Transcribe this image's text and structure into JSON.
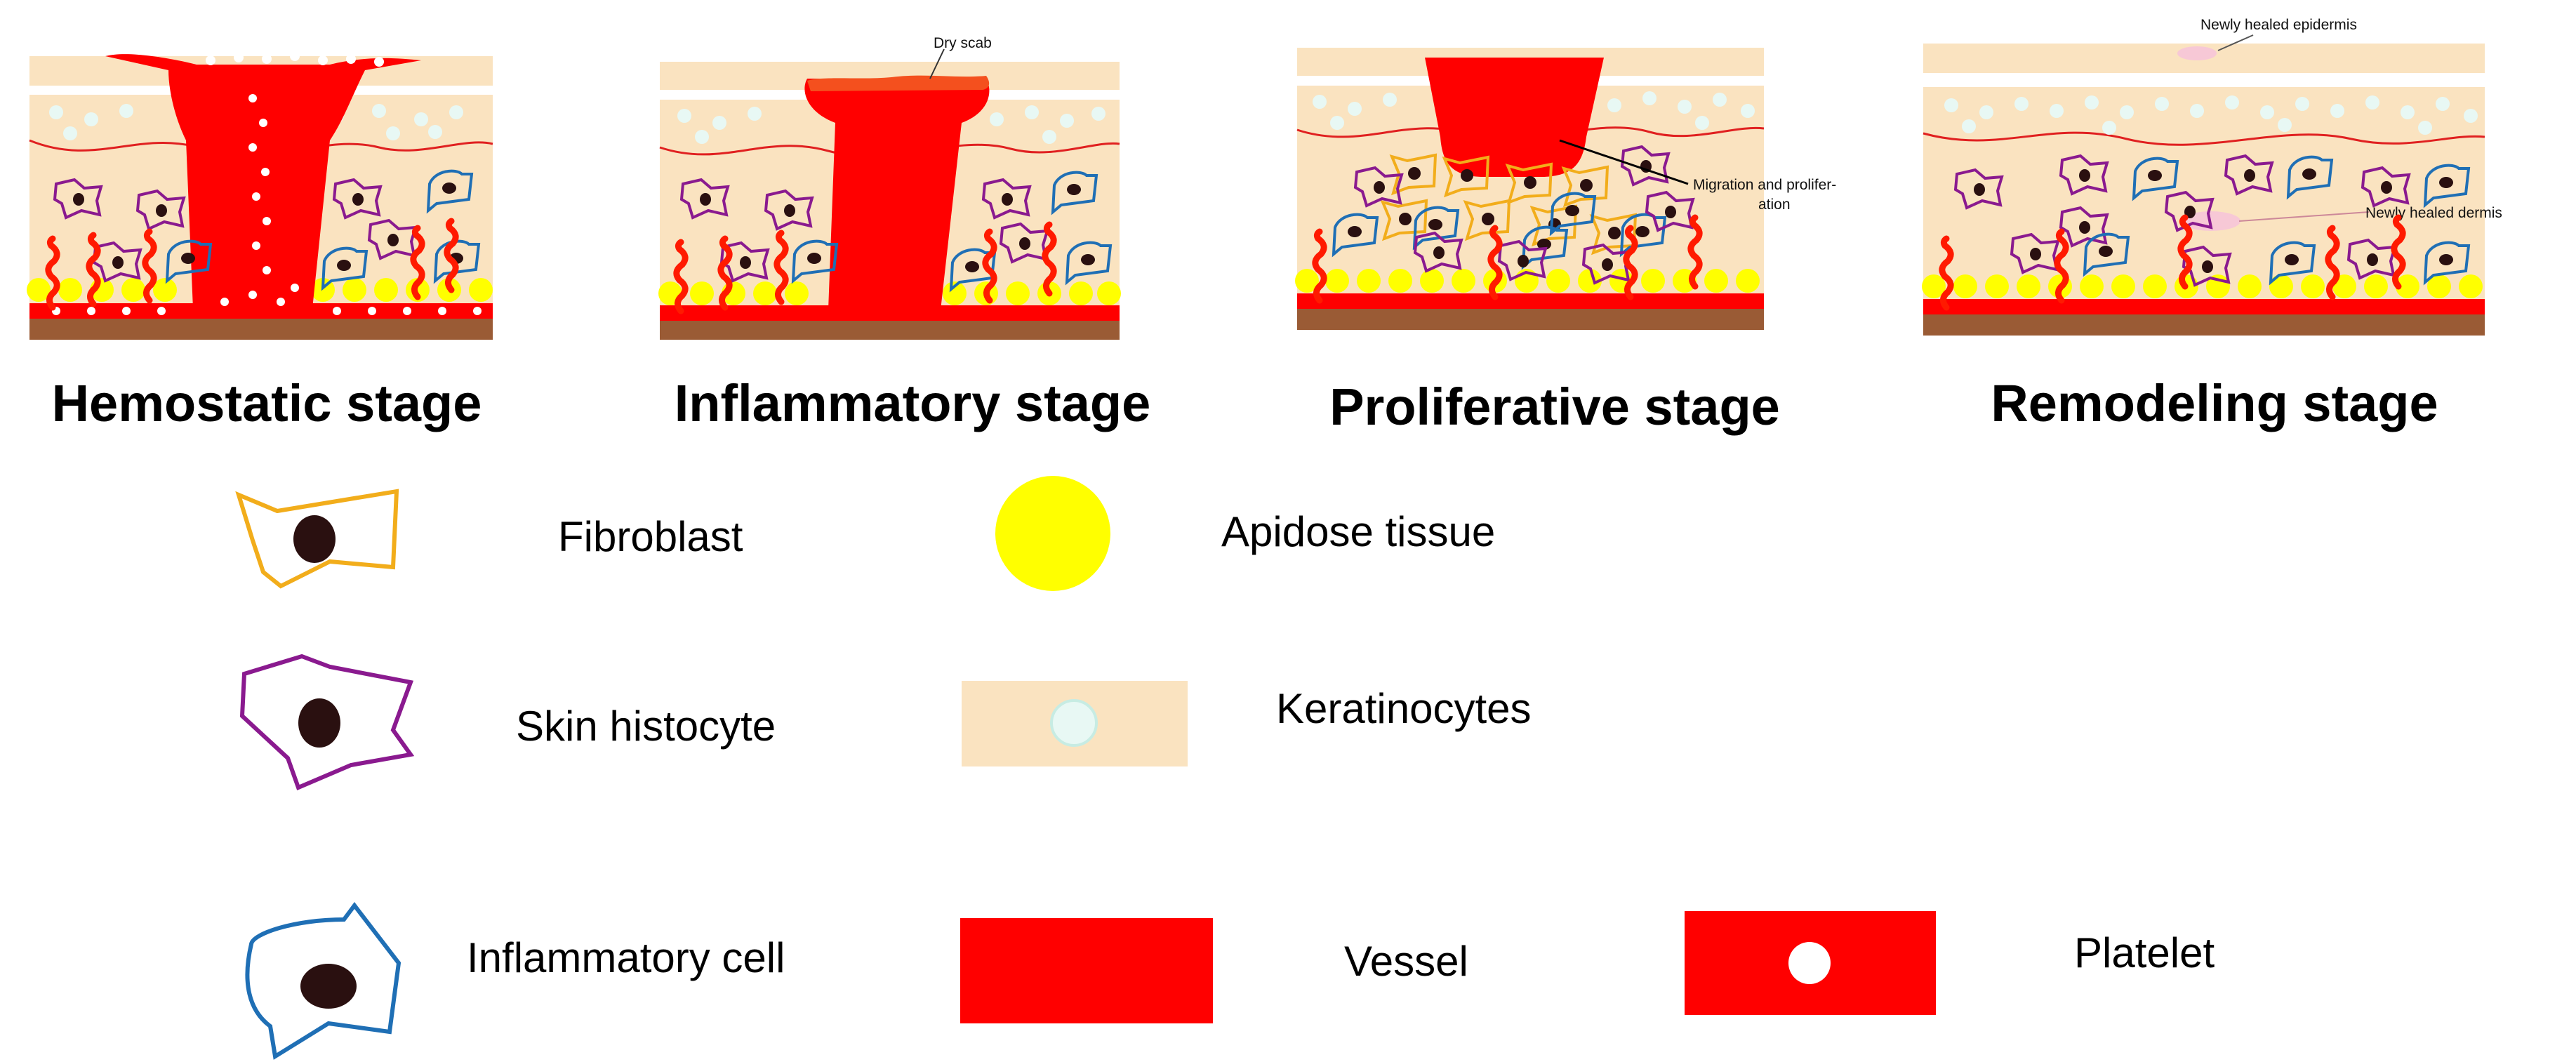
{
  "stages": [
    {
      "title": "Hemostatic stage"
    },
    {
      "title": "Inflammatory stage"
    },
    {
      "title": "Proliferative stage"
    },
    {
      "title": "Remodeling stage"
    }
  ],
  "annotations": {
    "dry_scab": "Dry scab",
    "migration_line1": "Migration and prolifer-",
    "migration_line2": "ation",
    "new_epidermis": "Newly healed epidermis",
    "new_dermis": "Newly healed dermis"
  },
  "legend": {
    "fibroblast": "Fibroblast",
    "adipose": "Apidose tissue",
    "histocyte": "Skin histocyte",
    "keratinocytes": "Keratinocytes",
    "inflammatory": "Inflammatory cell",
    "vessel": "Vessel",
    "platelet": "Platelet"
  },
  "colors": {
    "skin": "#fae3c0",
    "blood": "#ff0000",
    "fat": "#ffff00",
    "muscle": "#9a5b35",
    "fibroblast": "#f2ad1b",
    "histocyte": "#8a1a8f",
    "inflammatory": "#1f6fb5",
    "nucleus": "#2a1010",
    "keratinocyte": "#e8f8f4",
    "scab": "#f4501e",
    "new_tissue": "#f7c8d6"
  }
}
